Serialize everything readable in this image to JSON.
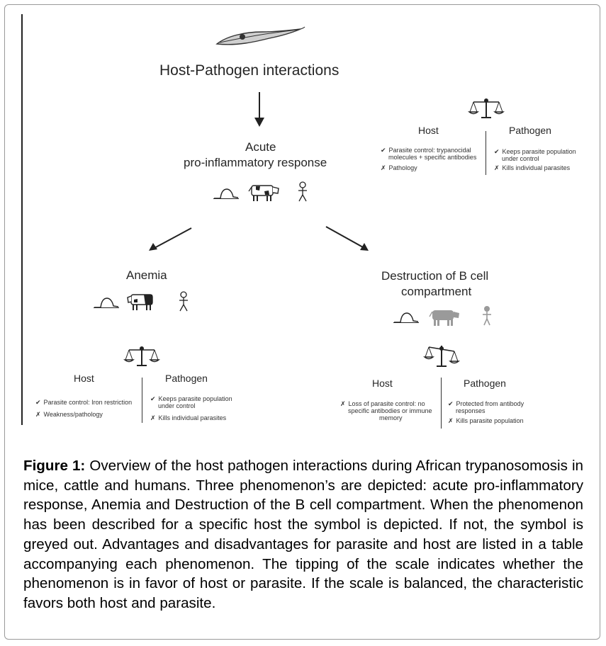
{
  "diagram": {
    "title": "Host-Pathogen interactions",
    "acute": {
      "label_line1": "Acute",
      "label_line2": "pro-inflammatory response",
      "table": {
        "host_header": "Host",
        "pathogen_header": "Pathogen",
        "host_items": [
          {
            "mark": "✔",
            "lines": [
              "Parasite control: trypanocidal",
              "molecules + specific antibodies"
            ]
          },
          {
            "mark": "✗",
            "lines": [
              "Pathology"
            ]
          }
        ],
        "pathogen_items": [
          {
            "mark": "✔",
            "lines": [
              "Keeps parasite population",
              "under control"
            ]
          },
          {
            "mark": "✗",
            "lines": [
              "Kills individual parasites"
            ]
          }
        ]
      }
    },
    "anemia": {
      "label": "Anemia",
      "table": {
        "host_header": "Host",
        "pathogen_header": "Pathogen",
        "host_items": [
          {
            "mark": "✔",
            "lines": [
              "Parasite control: Iron restriction"
            ]
          },
          {
            "mark": "✗",
            "lines": [
              "Weakness/pathology"
            ]
          }
        ],
        "pathogen_items": [
          {
            "mark": "✔",
            "lines": [
              "Keeps parasite population",
              "under control"
            ]
          },
          {
            "mark": "✗",
            "lines": [
              "Kills individual parasites"
            ]
          }
        ]
      }
    },
    "bcell": {
      "label_line1": "Destruction of B cell",
      "label_line2": "compartment",
      "table": {
        "host_header": "Host",
        "pathogen_header": "Pathogen",
        "host_items": [
          {
            "mark": "✗",
            "lines": [
              "Loss of parasite control: no",
              "specific antibodies or immune",
              "memory"
            ]
          }
        ],
        "pathogen_items": [
          {
            "mark": "✔",
            "lines": [
              "Protected from antibody",
              "responses"
            ]
          },
          {
            "mark": "✗",
            "lines": [
              "Kills parasite population"
            ]
          }
        ]
      }
    },
    "icons": [
      "trypanosome-icon",
      "mouse-icon",
      "cow-icon",
      "human-icon",
      "scale-icon",
      "arrow-icon"
    ],
    "colors": {
      "active_icon": "#222222",
      "greyed_icon": "#9a9a9a"
    }
  },
  "caption": {
    "label": "Figure 1:",
    "text": " Overview of the host pathogen interactions during African trypanosomosis in mice, cattle and humans. Three phenomenon’s are depicted: acute pro-inflammatory response, Anemia and Destruction of the B cell compartment. When the phenomenon has been described for a specific host the symbol is depicted. If not, the symbol is greyed out. Advantages and disadvantages for parasite and host are listed in a table accompanying each phenomenon. The tipping of the scale indicates whether the phenomenon is in favor of host or parasite. If the scale is balanced, the characteristic favors both host and parasite."
  }
}
